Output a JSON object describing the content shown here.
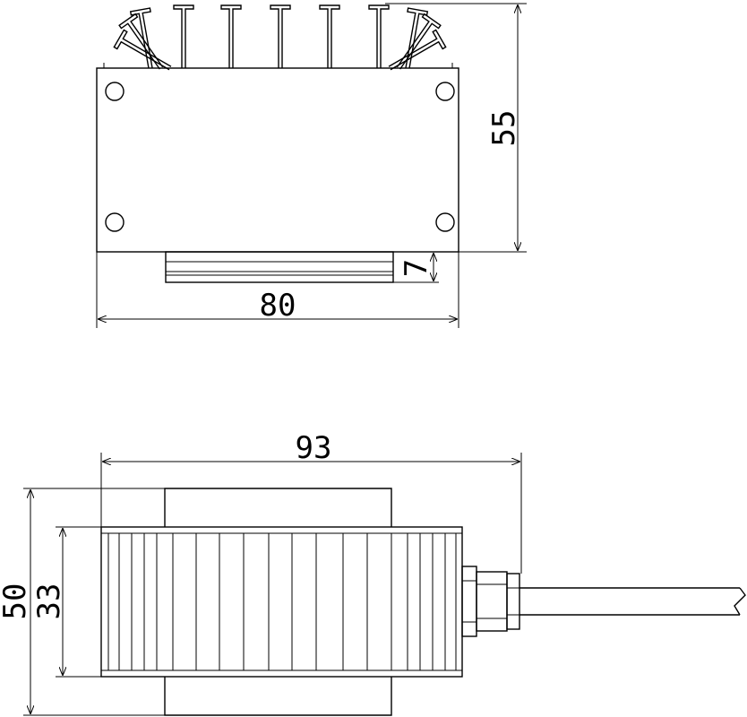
{
  "top_view": {
    "dim_height": "55",
    "dim_width": "80",
    "dim_slot": "7",
    "fin_count": 9
  },
  "side_view": {
    "dim_length": "93",
    "dim_total_height": "50",
    "dim_body_height": "33",
    "rib_count": 20
  }
}
